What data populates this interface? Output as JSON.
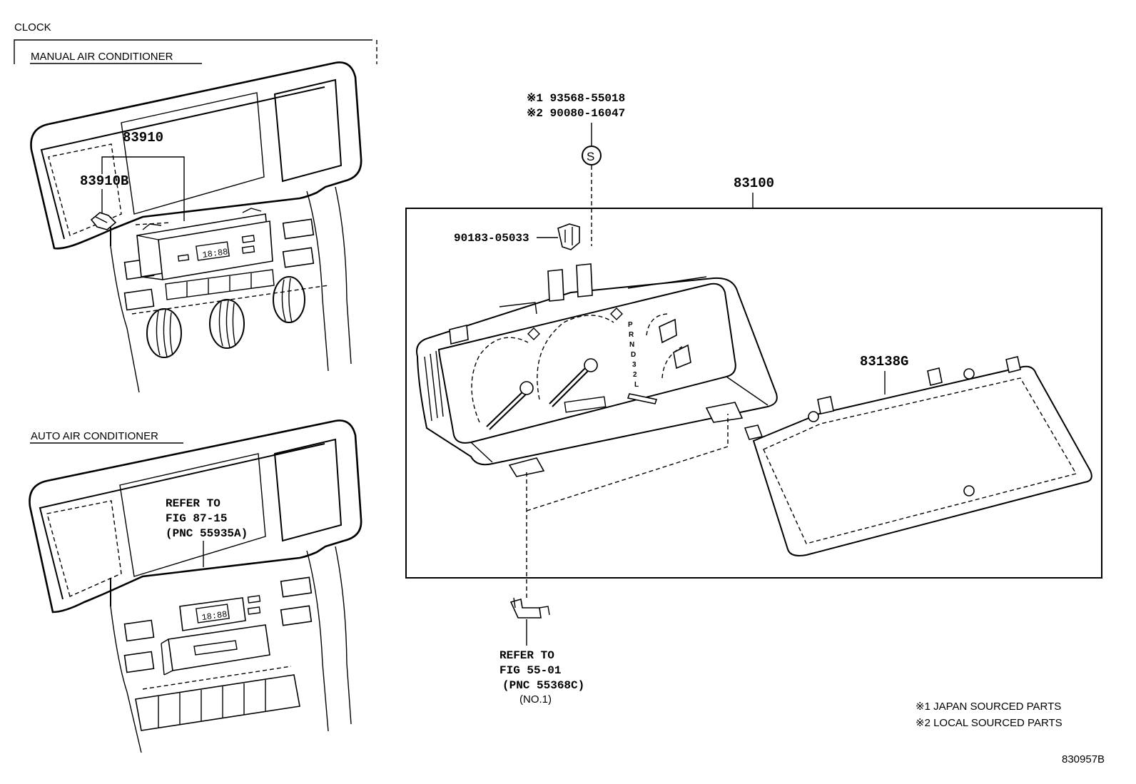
{
  "section_title": "CLOCK",
  "manual_ac": {
    "heading": "MANUAL AIR CONDITIONER",
    "part_assembly": "83910",
    "part_sub": "83910B",
    "clock_display": "18:88"
  },
  "auto_ac": {
    "heading": "AUTO AIR CONDITIONER",
    "refer_line1": "REFER TO",
    "refer_line2": "FIG 87-15",
    "refer_line3": "(PNC 55935A)",
    "clock_display": "18:88"
  },
  "meter": {
    "screw_line1": "※1 93568-55018",
    "screw_line2": "※2 90080-16047",
    "screw_symbol": "S",
    "assembly": "83100",
    "clip": "90183-05033",
    "glass": "83138G",
    "gear_letters": [
      "P",
      "R",
      "N",
      "D",
      "3",
      "2",
      "L"
    ]
  },
  "bracket_refer": {
    "line1": "REFER TO",
    "line2": "FIG 55-01",
    "line3": "(PNC 55368C)",
    "line4": "(NO.1)"
  },
  "legend": {
    "note1": "※1 JAPAN SOURCED PARTS",
    "note2": "※2 LOCAL SOURCED PARTS"
  },
  "figure_id": "830957B"
}
